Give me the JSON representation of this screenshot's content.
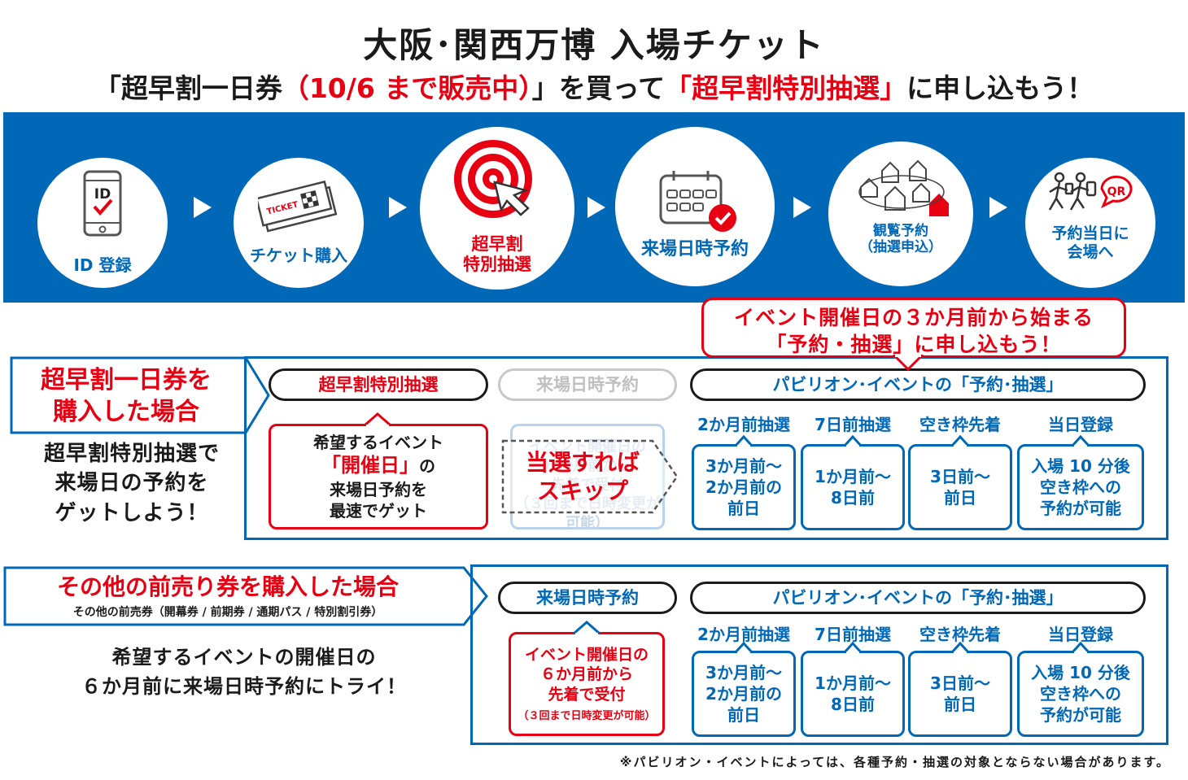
{
  "header": {
    "title": "大阪･関西万博 入場チケット",
    "sub_pre": "「超早割一日券",
    "sub_red1": "（10/6 まで販売中）",
    "sub_mid": "」を買って",
    "sub_red2": "「超早割特別抽選」",
    "sub_post": "に申し込もう！"
  },
  "steps": [
    {
      "label": "ID 登録",
      "icon": "phone-id-icon"
    },
    {
      "label": "チケット購入",
      "icon": "ticket-icon"
    },
    {
      "label": "超早割\n特別抽選",
      "icon": "target-icon"
    },
    {
      "label": "来場日時予約",
      "icon": "calendar-check-icon"
    },
    {
      "label": "観覧予約\n（抽選申込）",
      "icon": "pavilions-icon"
    },
    {
      "label": "予約当日に\n会場へ",
      "icon": "people-qr-icon"
    }
  ],
  "callout": "イベント開催日の３か月前から始まる\n「予約・抽選」に申し込もう！",
  "section1": {
    "heading": "超早割一日券を\n購入した場合",
    "desc": "超早割特別抽選で\n来場日の予約を\nゲットしよう！",
    "pill_lottery": "超早割特別抽選",
    "pill_reserve": "来場日時予約",
    "pill_pavilion": "パビリオン･イベントの「予約･抽選」",
    "lottery_box_1": "希望するイベント",
    "lottery_box_2": "「開催日」",
    "lottery_box_3": "の",
    "lottery_box_4": "来場日予約を\n最速でゲット",
    "faded_box": "イベント開催日の\n６か月前から\n先着で受付\n（３回まで日時変更が可能）",
    "skip": "当選すれば\nスキップ",
    "columns": [
      {
        "head": "2か月前抽選",
        "body": "3か月前〜\n2か月前の\n前日"
      },
      {
        "head": "7日前抽選",
        "body": "1か月前〜\n8日前"
      },
      {
        "head": "空き枠先着",
        "body": "3日前〜\n前日"
      },
      {
        "head": "当日登録",
        "body": "入場 10 分後\n空き枠への\n予約が可能"
      }
    ]
  },
  "section2": {
    "heading": "その他の前売り券を購入した場合",
    "subheading": "その他の前売券（開幕券 / 前期券 / 通期パス / 特別割引券）",
    "desc": "希望するイベントの開催日の\n６か月前に来場日時予約にトライ！",
    "pill_reserve": "来場日時予約",
    "pill_pavilion": "パビリオン･イベントの「予約･抽選」",
    "reserve_box": "イベント開催日の\n６か月前から\n先着で受付",
    "reserve_note": "（３回まで日時変更が可能）",
    "columns": [
      {
        "head": "2か月前抽選",
        "body": "3か月前〜\n2か月前の\n前日"
      },
      {
        "head": "7日前抽選",
        "body": "1か月前〜\n8日前"
      },
      {
        "head": "空き枠先着",
        "body": "3日前〜\n前日"
      },
      {
        "head": "当日登録",
        "body": "入場 10 分後\n空き枠への\n予約が可能"
      }
    ]
  },
  "footnote": "※パビリオン・イベントによっては、各種予約・抽選の対象とならない場合があります。",
  "colors": {
    "blue": "#0068b7",
    "red": "#e60012"
  }
}
